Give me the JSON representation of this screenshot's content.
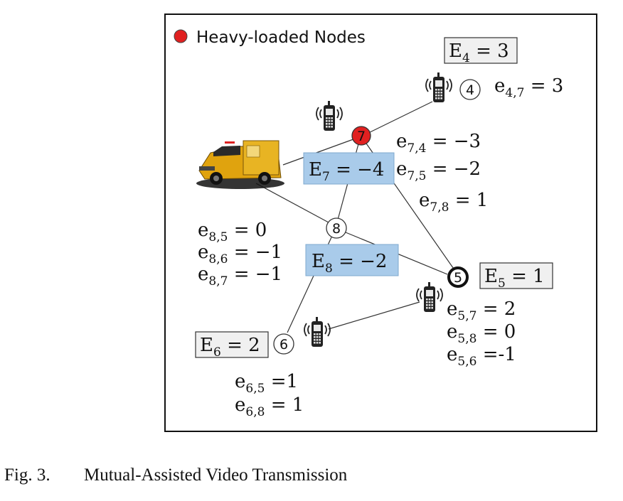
{
  "legend": {
    "label": "Heavy-loaded Nodes",
    "dot_color": "#e02020"
  },
  "colors": {
    "highlight_box": "#a9cbea",
    "plain_box": "#f0f0f0",
    "border": "#333333"
  },
  "nodes": [
    {
      "id": "4",
      "label": "4",
      "heavy": false
    },
    {
      "id": "5",
      "label": "5",
      "heavy": false,
      "bold_outline": true
    },
    {
      "id": "6",
      "label": "6",
      "heavy": false
    },
    {
      "id": "7",
      "label": "7",
      "heavy": true
    },
    {
      "id": "8",
      "label": "8",
      "heavy": false
    }
  ],
  "energy_boxes": [
    {
      "id": "E4",
      "sub": "4",
      "value": "3",
      "highlight": false
    },
    {
      "id": "E5",
      "sub": "5",
      "value": "1",
      "highlight": false
    },
    {
      "id": "E6",
      "sub": "6",
      "value": "2",
      "highlight": false
    },
    {
      "id": "E7",
      "sub": "7",
      "value": "−4",
      "highlight": true
    },
    {
      "id": "E8",
      "sub": "8",
      "value": "−2",
      "highlight": true
    }
  ],
  "edge_values": [
    {
      "id": "e47",
      "sub": "4,7",
      "value": "3"
    },
    {
      "id": "e74",
      "sub": "7,4",
      "value": "−3"
    },
    {
      "id": "e75",
      "sub": "7,5",
      "value": "−2"
    },
    {
      "id": "e78",
      "sub": "7,8",
      "value": "1"
    },
    {
      "id": "e85",
      "sub": "8,5",
      "value": "0"
    },
    {
      "id": "e86",
      "sub": "8,6",
      "value": "−1"
    },
    {
      "id": "e87",
      "sub": "8,7",
      "value": "−1"
    },
    {
      "id": "e57",
      "sub": "5,7",
      "value": "2"
    },
    {
      "id": "e58",
      "sub": "5,8",
      "value": "0"
    },
    {
      "id": "e56",
      "sub": "5,6",
      "value": "-1",
      "tight": true
    },
    {
      "id": "e65",
      "sub": "6,5",
      "value": "1",
      "tight": true
    },
    {
      "id": "e68",
      "sub": "6,8",
      "value": "1"
    }
  ],
  "icons": {
    "vehicle": "utility-truck-icon",
    "device": "cellphone-icon"
  },
  "caption": {
    "number": "Fig. 3.",
    "title": "Mutual-Assisted Video Transmission"
  }
}
